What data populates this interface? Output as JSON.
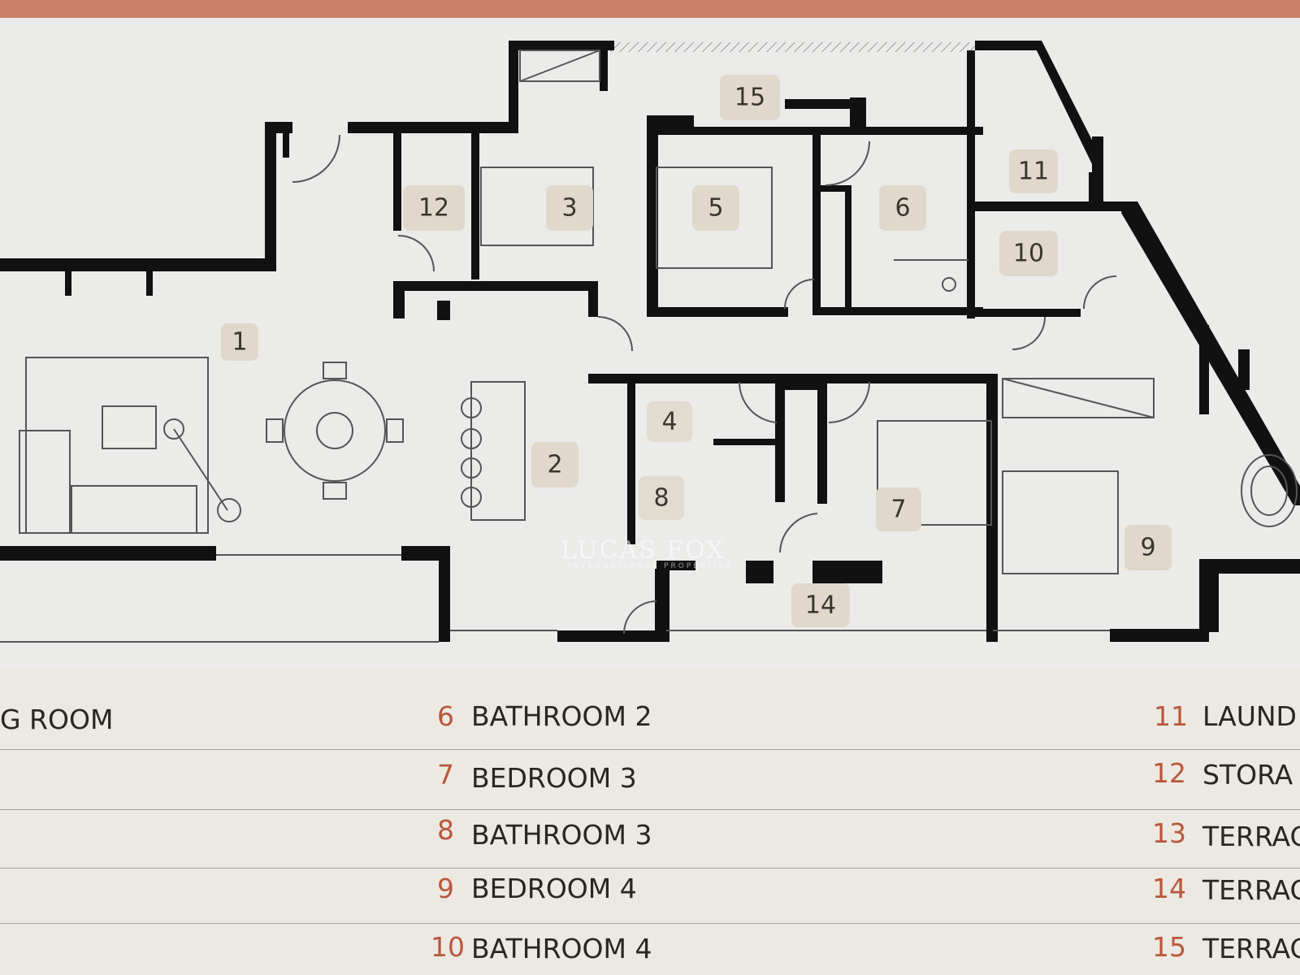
{
  "colors": {
    "top_band": "#c88168",
    "wall": "#111111",
    "badge": "#e0d8cb",
    "legend_number": "#b8583c",
    "legend_text": "#2a2622"
  },
  "plan_labels": [
    "1",
    "2",
    "3",
    "4",
    "5",
    "6",
    "7",
    "8",
    "9",
    "10",
    "11",
    "12",
    "14",
    "15"
  ],
  "legend": {
    "left_column": [
      "G ROOM"
    ],
    "middle_column": [
      {
        "num": "6",
        "name": "BATHROOM 2"
      },
      {
        "num": "7",
        "name": "BEDROOM 3"
      },
      {
        "num": "8",
        "name": "BATHROOM 3"
      },
      {
        "num": "9",
        "name": "BEDROOM 4"
      },
      {
        "num": "10",
        "name": "BATHROOM 4"
      }
    ],
    "right_column": [
      {
        "num": "11",
        "name": "LAUND"
      },
      {
        "num": "12",
        "name": "STORA"
      },
      {
        "num": "13",
        "name": "TERRAC"
      },
      {
        "num": "14",
        "name": "TERRAC"
      },
      {
        "num": "15",
        "name": "TERRAC"
      }
    ]
  },
  "watermark": {
    "brand": "LUCAS FOX",
    "tagline": "INTERNATIONAL PROPERTIES"
  }
}
